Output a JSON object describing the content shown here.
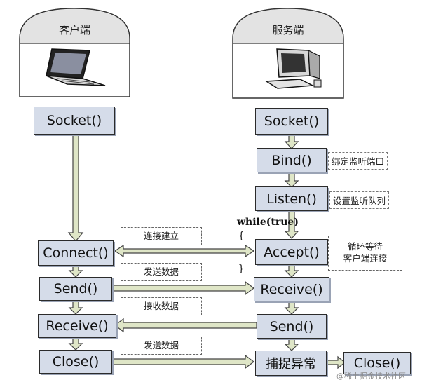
{
  "client": {
    "title": "客户端",
    "socket": "Socket()",
    "connect": "Connect()",
    "send": "Send()",
    "receive": "Receive()",
    "close": "Close()"
  },
  "server": {
    "title": "服务端",
    "socket": "Socket()",
    "bind": "Bind()",
    "bind_note": "绑定监听端口",
    "listen": "Listen()",
    "listen_note": "设置监听队列",
    "loop": "while(true)",
    "brace_open": "{",
    "brace_close": "}",
    "accept": "Accept()",
    "accept_note_line1": "循环等待",
    "accept_note_line2": "客户端连接",
    "receive": "Receive()",
    "send": "Send()",
    "exception": "捕捉异常",
    "close": "Close()"
  },
  "messages": {
    "connect": "连接建立",
    "send": "发送数据",
    "receive": "接收数据",
    "close": "发送数据"
  },
  "watermark": "@稀土掘金技术社区",
  "colors": {
    "box_fill": "#d5dce9",
    "arrow_fill": "#dfe6c7",
    "dome_fill": "#e6e6e6"
  }
}
